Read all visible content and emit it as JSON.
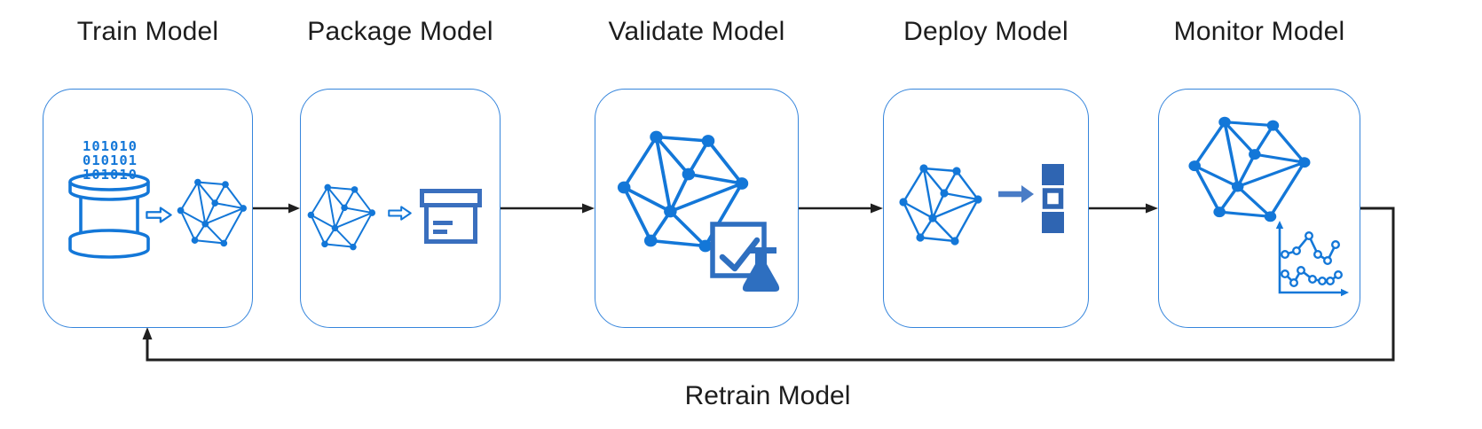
{
  "stages": [
    {
      "title": "Train Model",
      "icons": [
        "binary-database-icon",
        "hollow-arrow-right-icon",
        "model-network-icon"
      ],
      "binary_rows": [
        "101010",
        "010101",
        "101010"
      ]
    },
    {
      "title": "Package Model",
      "icons": [
        "model-network-icon",
        "hollow-arrow-right-icon",
        "package-box-icon"
      ]
    },
    {
      "title": "Validate Model",
      "icons": [
        "model-network-icon",
        "check-square-icon",
        "flask-icon"
      ]
    },
    {
      "title": "Deploy Model",
      "icons": [
        "model-network-icon",
        "solid-arrow-right-icon",
        "container-stack-icon"
      ]
    },
    {
      "title": "Monitor Model",
      "icons": [
        "model-network-icon",
        "metrics-chart-icon"
      ]
    }
  ],
  "feedback_loop": {
    "label": "Retrain Model"
  },
  "colors": {
    "azure_blue": "#1377D8",
    "steel_blue": "#3A6FBE",
    "square_blue": "#2F65B2",
    "arrow_steel_blue": "#4A7CC6",
    "box_border_blue": "#3585DC",
    "arrow_black": "#1F1F1F",
    "title_text": "#1D1D1D",
    "background": "#FFFFFF"
  }
}
